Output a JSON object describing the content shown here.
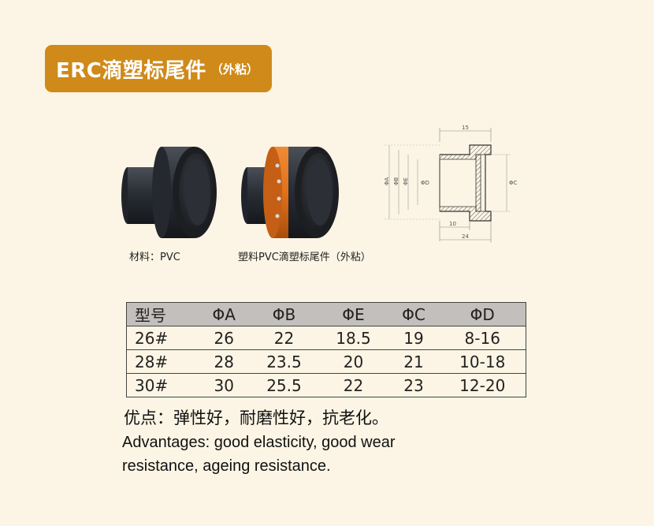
{
  "header": {
    "title": "ERC滴塑标尾件",
    "subtitle": "（外粘）",
    "badge_color": "#cf8a19"
  },
  "product_images": [
    {
      "name": "pvc-end-cap-photo",
      "caption": "材料：PVC"
    },
    {
      "name": "pvc-end-cap-with-label-photo",
      "caption": "塑料PVC滴塑标尾件（外粘）",
      "band_color": "#e0731c"
    }
  ],
  "drawing": {
    "dimension_labels": {
      "top": "15",
      "bottom_inner": "10",
      "bottom_outer": "24",
      "a": "ΦA",
      "b": "ΦB",
      "d": "ΦD",
      "e": "ΦE",
      "c": "ΦC"
    }
  },
  "table": {
    "headers": [
      "型号",
      "ΦA",
      "ΦB",
      "ΦE",
      "ΦC",
      "ΦD"
    ],
    "rows": [
      [
        "26#",
        "26",
        "22",
        "18.5",
        "19",
        "8-16"
      ],
      [
        "28#",
        "28",
        "23.5",
        "20",
        "21",
        "10-18"
      ],
      [
        "30#",
        "30",
        "25.5",
        "22",
        "23",
        "12-20"
      ]
    ]
  },
  "advantages": {
    "cn": "优点：弹性好，耐磨性好，抗老化。",
    "en": "Advantages: good elasticity, good wear resistance, ageing resistance."
  }
}
